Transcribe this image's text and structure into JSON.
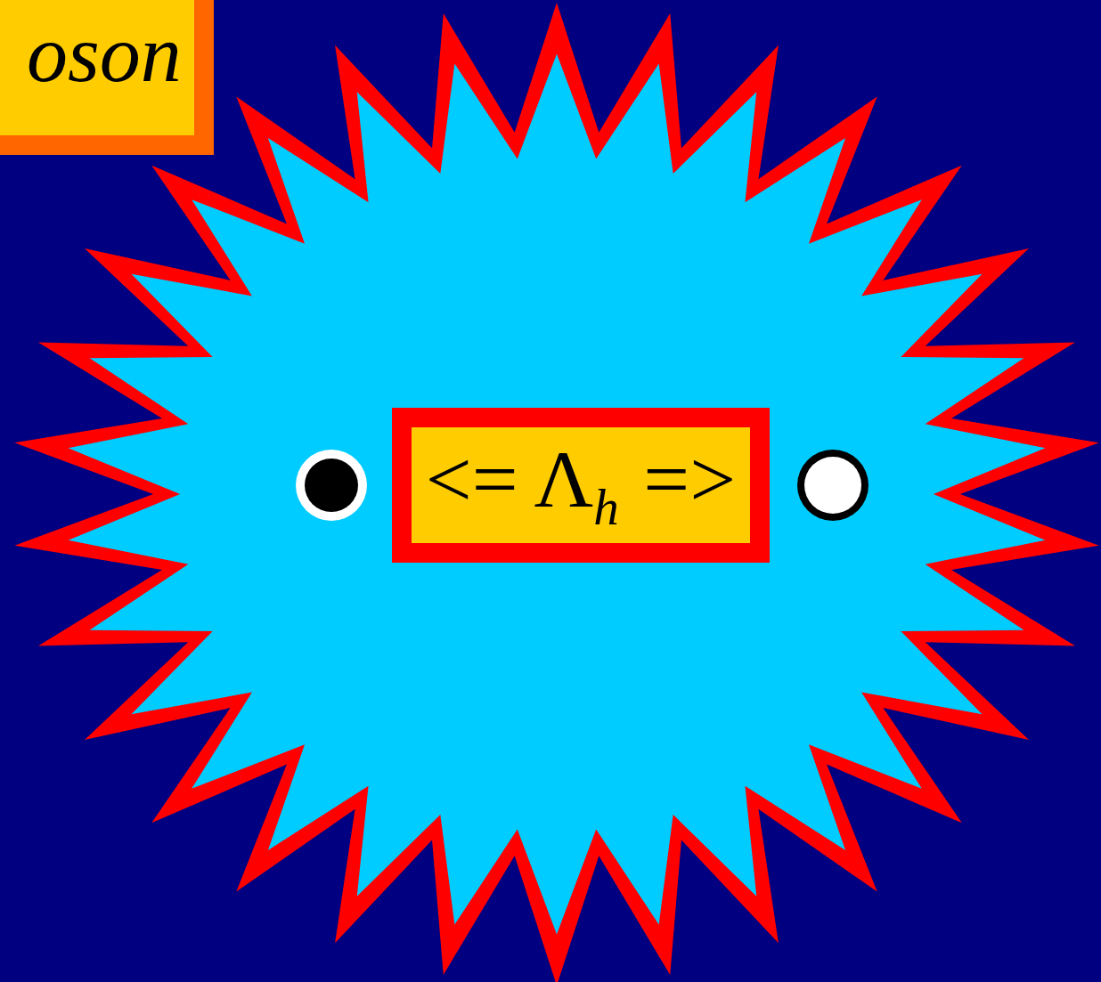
{
  "diagram": {
    "nodes": [
      {
        "text": [
          "oson"
        ]
      },
      {
        "text": [
          "<= Λ",
          "h",
          "=>"
        ]
      }
    ]
  }
}
